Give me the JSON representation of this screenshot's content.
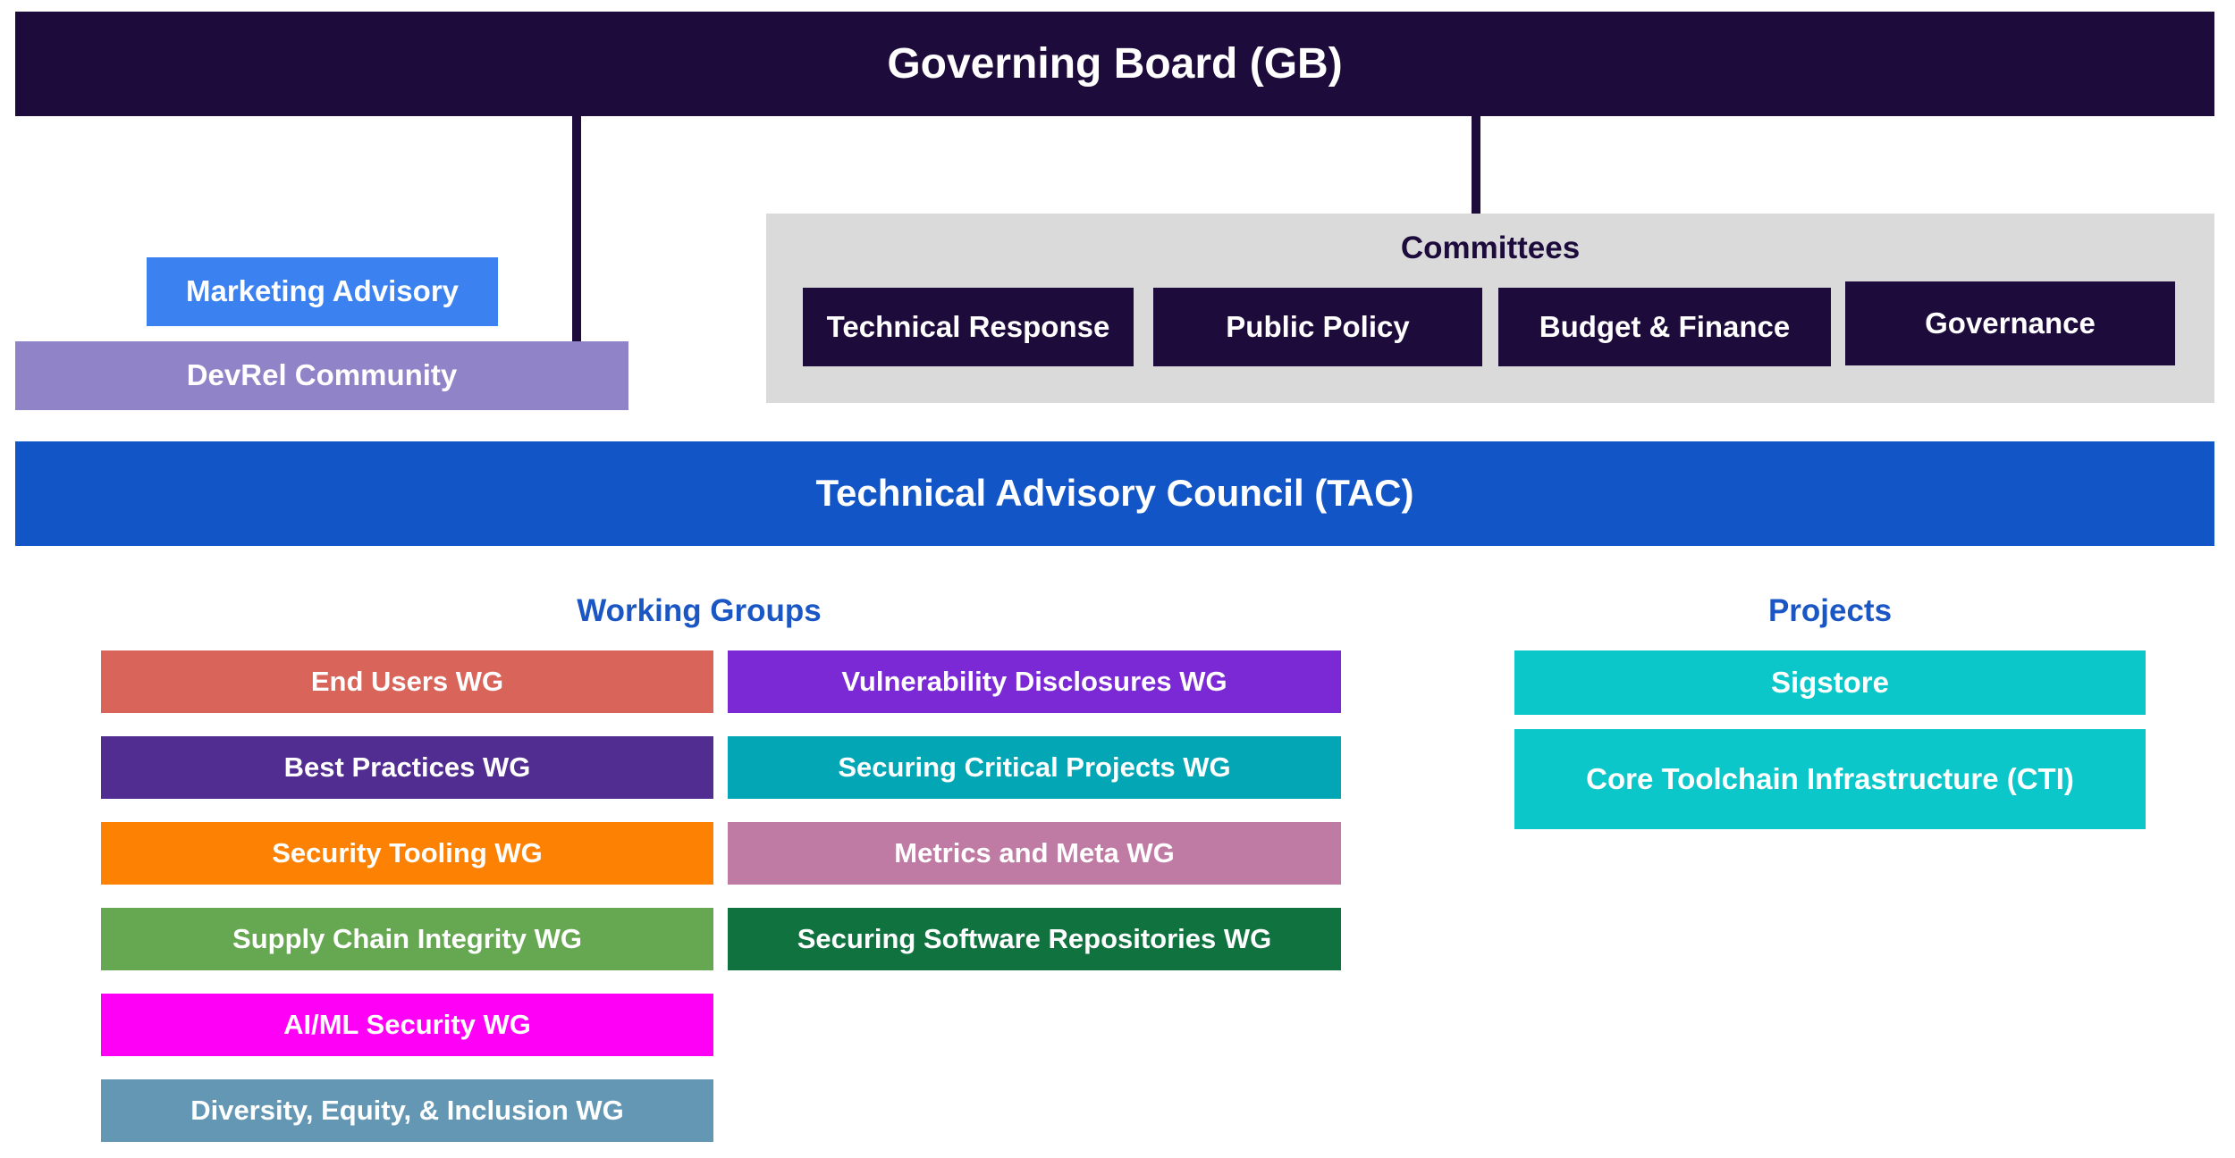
{
  "chart_data": {
    "type": "diagram",
    "title": "Governing Board (GB)",
    "subtype": "organizational-hierarchy",
    "levels": [
      {
        "name": "Governing Board (GB)",
        "children": [
          "Marketing Advisory",
          "DevRel Community",
          "Committees",
          "Technical Advisory Council (TAC)"
        ]
      },
      {
        "name": "Technical Advisory Council (TAC)",
        "children": [
          "Working Groups",
          "Projects"
        ]
      }
    ]
  },
  "governing_board": {
    "label": "Governing Board (GB)",
    "color": "#1d0b3b"
  },
  "advisory": {
    "marketing": {
      "label": "Marketing Advisory",
      "color": "#3b82f0"
    },
    "devrel": {
      "label": "DevRel Community",
      "color": "#9083c8"
    }
  },
  "committees": {
    "title": "Committees",
    "panel_color": "#dadada",
    "box_color": "#1d0b3b",
    "items": [
      {
        "label": "Technical Response"
      },
      {
        "label": "Public Policy"
      },
      {
        "label": "Budget & Finance"
      },
      {
        "label": "Governance"
      }
    ]
  },
  "tac": {
    "label": "Technical Advisory Council (TAC)",
    "color": "#1255c6"
  },
  "working_groups": {
    "header": "Working Groups",
    "header_color": "#1a56c4",
    "left_column": [
      {
        "label": "End Users WG",
        "color": "#d96459"
      },
      {
        "label": "Best Practices WG",
        "color": "#512c91"
      },
      {
        "label": "Security Tooling WG",
        "color": "#fd8204"
      },
      {
        "label": "Supply Chain Integrity WG",
        "color": "#66a852"
      },
      {
        "label": "AI/ML Security WG",
        "color": "#ff00f7"
      },
      {
        "label": "Diversity, Equity, & Inclusion WG",
        "color": "#6497b4"
      }
    ],
    "right_column": [
      {
        "label": "Vulnerability Disclosures WG",
        "color": "#7a29d4"
      },
      {
        "label": "Securing Critical Projects WG",
        "color": "#03a6b5"
      },
      {
        "label": "Metrics and Meta WG",
        "color": "#bf7ba3"
      },
      {
        "label": "Securing Software Repositories WG",
        "color": "#10723f"
      }
    ]
  },
  "projects": {
    "header": "Projects",
    "header_color": "#1a56c4",
    "items": [
      {
        "label": "Sigstore",
        "color": "#0bc7c9"
      },
      {
        "label": "Core Toolchain Infrastructure (CTI)",
        "color": "#0bc7c9"
      }
    ]
  }
}
